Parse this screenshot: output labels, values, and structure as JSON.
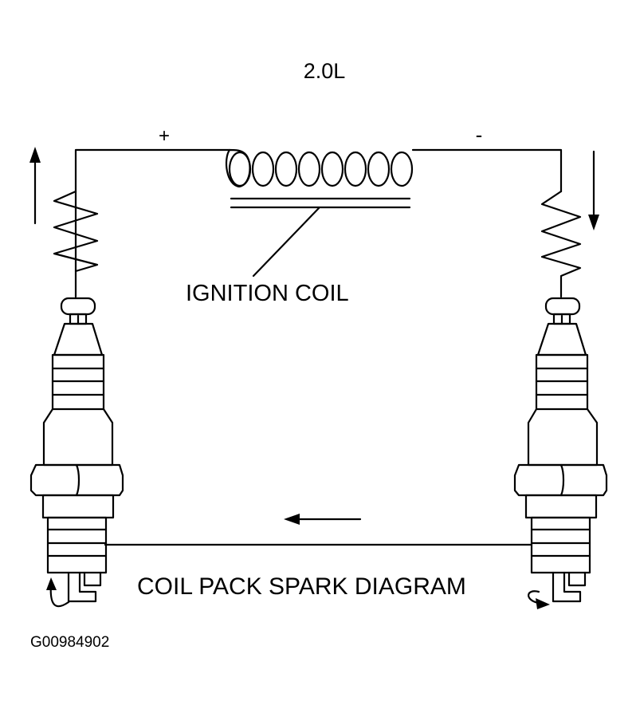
{
  "engine_label": "2.0L",
  "polarity": {
    "positive": "+",
    "negative": "-"
  },
  "coil_label": "IGNITION COIL",
  "diagram_title": "COIL PACK SPARK DIAGRAM",
  "figure_id": "G00984902",
  "colors": {
    "ink": "#000000",
    "paper": "#ffffff"
  }
}
